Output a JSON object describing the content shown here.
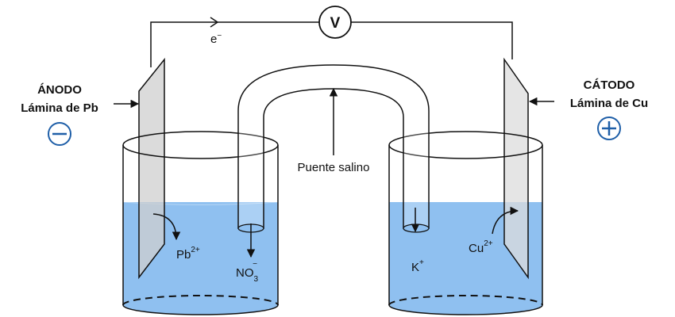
{
  "voltmeter": {
    "symbol": "V"
  },
  "electron": {
    "label": "e",
    "sup": "−"
  },
  "anode": {
    "title": "ÁNODO",
    "plate": "Lámina de Pb",
    "sign": "minus"
  },
  "cathode": {
    "title": "CÁTODO",
    "plate": "Lámina de Cu",
    "sign": "plus"
  },
  "salt_bridge": {
    "label": "Puente salino"
  },
  "ions": {
    "pb": {
      "base": "Pb",
      "sup": "2+"
    },
    "no3": {
      "base": "NO",
      "sub": "3",
      "sup": "−"
    },
    "k": {
      "base": "K",
      "sup": "+"
    },
    "cu": {
      "base": "Cu",
      "sup": "2+"
    }
  },
  "colors": {
    "solution": "#8fc0f0",
    "plate_left": "#cfcfcf",
    "plate_right": "#dcdcdc",
    "sign": "#1f5fa8"
  }
}
